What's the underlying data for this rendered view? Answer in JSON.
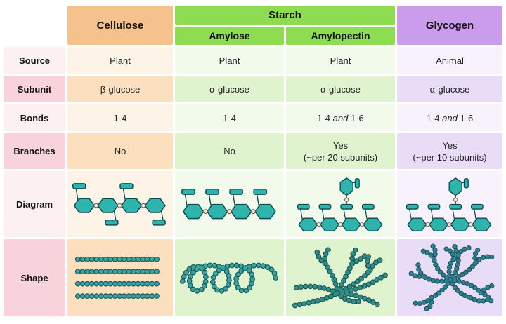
{
  "colors": {
    "header-cellulose": "#F5C28E",
    "header-starch": "#8EDC52",
    "header-glycogen": "#C99DEB",
    "label-light": "#FCF0F2",
    "label-dark": "#F8D3DB",
    "cellulose-light": "#FDF4E7",
    "cellulose-dark": "#FBDFBE",
    "starch-light": "#F2FAEC",
    "starch-dark": "#E0F3CF",
    "glycogen-light": "#F7F2FB",
    "glycogen-dark": "#E9DCF6",
    "hex-fill": "#2EB4AB",
    "hex-stroke": "#0C4A52",
    "linker-fill": "#F6EBE2",
    "linker-stroke": "#8A5B50",
    "bead-fill": "#35A79F",
    "bead-fill-branched": "#2F8F85",
    "bead-fill-glycogen": "#2F7F92",
    "bead-outline": "#1C555C",
    "text": "#1F1F1F"
  },
  "table": {
    "headers": {
      "cellulose": "Cellulose",
      "starch": "Starch",
      "amylose": "Amylose",
      "amylopectin": "Amylopectin",
      "glycogen": "Glycogen"
    },
    "rows": {
      "source": {
        "label": "Source",
        "values": [
          "Plant",
          "Plant",
          "Plant",
          "Animal"
        ]
      },
      "subunit": {
        "label": "Subunit",
        "values": [
          "β-glucose",
          "α-glucose",
          "α-glucose",
          "α-glucose"
        ]
      },
      "bonds": {
        "label": "Bonds",
        "values": [
          {
            "pre": "1-4",
            "and": "",
            "post": ""
          },
          {
            "pre": "1-4",
            "and": "",
            "post": ""
          },
          {
            "pre": "1-4 ",
            "and": "and",
            "post": " 1-6"
          },
          {
            "pre": "1-4 ",
            "and": "and",
            "post": " 1-6"
          }
        ]
      },
      "branches": {
        "label": "Branches",
        "values": [
          {
            "line1": "No",
            "line2": ""
          },
          {
            "line1": "No",
            "line2": ""
          },
          {
            "line1": "Yes",
            "line2": "(~per 20 subunits)"
          },
          {
            "line1": "Yes",
            "line2": "(~per 10 subunits)"
          }
        ]
      },
      "diagram": {
        "label": "Diagram",
        "items": [
          "cellulose diagram: straight chain of glucose hexagons with alternating up and down side groups",
          "amylose diagram: straight chain of glucose hexagons with side groups all up",
          "amylopectin diagram: glucose hexagon chain with a 1-6 branch glucose above",
          "glycogen diagram: glucose hexagon chain with a 1-6 branch glucose above"
        ]
      },
      "shape": {
        "label": "Shape",
        "items": [
          "cellulose shape: straight parallel bead chains",
          "amylose shape: coiled helix bead chain",
          "amylopectin shape: branched bead tree",
          "glycogen shape: densely branched bead tree"
        ]
      }
    }
  }
}
